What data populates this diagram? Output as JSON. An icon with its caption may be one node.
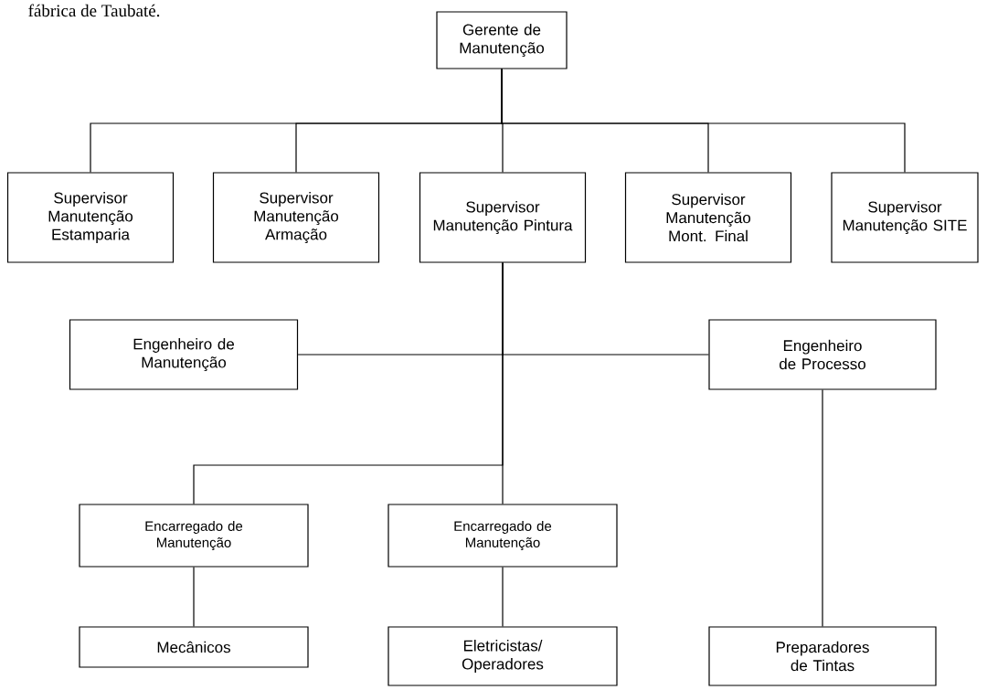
{
  "diagram": {
    "nodes": [
      {
        "text": [
          "Gerente de Manutenção"
        ]
      },
      {
        "text": [
          "Supervisor Manutenção Estamparia"
        ]
      },
      {
        "text": [
          "Supervisor Manutenção Armação"
        ]
      },
      {
        "text": [
          "Supervisor Manutenção Pintura"
        ]
      },
      {
        "text": [
          "Supervisor Manutenção Mont. Final"
        ]
      },
      {
        "text": [
          "Supervisor Manutenção SITE"
        ]
      },
      {
        "text": [
          "Engenheiro de Manutenção"
        ]
      },
      {
        "text": [
          "Engenheiro de Processo"
        ]
      },
      {
        "text": [
          "Encarregado de Manutenção"
        ]
      },
      {
        "text": [
          "Encarregado de Manutenção"
        ]
      },
      {
        "text": [
          "Mecânicos"
        ]
      },
      {
        "text": [
          "Eletricistas/ Operadores"
        ]
      },
      {
        "text": [
          "Preparadores de Tintas"
        ]
      }
    ],
    "edges": [
      {
        "from": 0,
        "to": 1,
        "arrow": "none"
      },
      {
        "from": 0,
        "to": 2,
        "arrow": "none"
      },
      {
        "from": 0,
        "to": 3,
        "arrow": "none"
      },
      {
        "from": 0,
        "to": 4,
        "arrow": "none"
      },
      {
        "from": 0,
        "to": 5,
        "arrow": "none"
      },
      {
        "from": 3,
        "to": 6,
        "arrow": "none"
      },
      {
        "from": 3,
        "to": 7,
        "arrow": "none"
      },
      {
        "from": 3,
        "to": 8,
        "arrow": "none"
      },
      {
        "from": 3,
        "to": 9,
        "arrow": "none"
      },
      {
        "from": 8,
        "to": 10,
        "arrow": "none"
      },
      {
        "from": 9,
        "to": 11,
        "arrow": "none"
      },
      {
        "from": 7,
        "to": 12,
        "arrow": "none"
      }
    ],
    "labels": [
      "fábrica de Taubaté."
    ]
  }
}
